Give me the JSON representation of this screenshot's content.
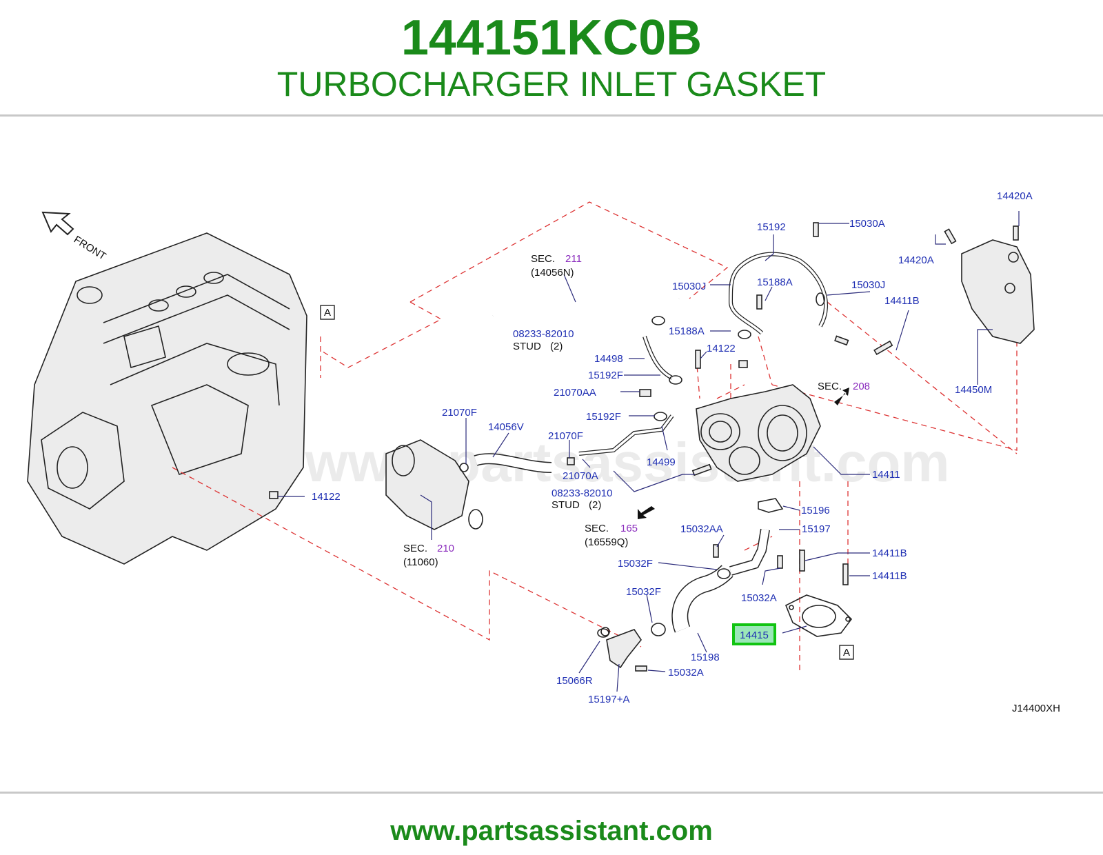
{
  "header": {
    "part_number": "144151KC0B",
    "part_name": "TURBOCHARGER INLET GASKET"
  },
  "diagram": {
    "front_label": "FRONT",
    "diagram_code": "J14400XH",
    "watermark": "www.partsassistant.com",
    "highlighted_part": "14415",
    "ref_markers": [
      "A",
      "A"
    ],
    "sections": [
      {
        "prefix": "SEC.",
        "number": "211",
        "ref": "(14056N)"
      },
      {
        "prefix": "SEC.",
        "number": "208",
        "ref": ""
      },
      {
        "prefix": "SEC.",
        "number": "165",
        "ref": "(16559Q)"
      },
      {
        "prefix": "SEC.",
        "number": "210",
        "ref": "(11060)"
      }
    ],
    "studs": [
      {
        "part": "08233-82010",
        "note": "STUD",
        "qty": "(2)"
      },
      {
        "part": "08233-82010",
        "note": "STUD",
        "qty": "(2)"
      }
    ],
    "labels": [
      "14420A",
      "15030A",
      "15192",
      "14420A",
      "15030J",
      "15188A",
      "15030J",
      "14411B",
      "15188A",
      "14122",
      "14498",
      "15192F",
      "21070AA",
      "14450M",
      "21070F",
      "15192F",
      "14056V",
      "21070F",
      "14499",
      "21070A",
      "14411",
      "14122",
      "15196",
      "15032AA",
      "15197",
      "14411B",
      "15032F",
      "14411B",
      "15032F",
      "15032A",
      "15198",
      "15032A",
      "15066R",
      "15197+A"
    ]
  },
  "footer": {
    "url": "www.partsassistant.com"
  }
}
